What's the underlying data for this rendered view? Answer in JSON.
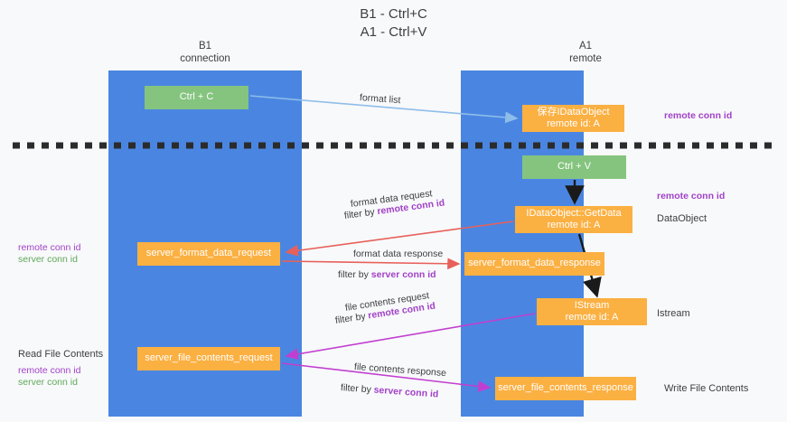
{
  "title": {
    "line1": "B1 - Ctrl+C",
    "line2": "A1 - Ctrl+V"
  },
  "lanes": [
    {
      "id": "b1",
      "name": "B1",
      "role": "connection",
      "color": "#4a86e1"
    },
    {
      "id": "a1",
      "name": "A1",
      "role": "remote",
      "color": "#4a86e1"
    }
  ],
  "colors": {
    "lane": "#4a86e1",
    "green_box": "#85c47f",
    "orange_box": "#fbb042",
    "remote_conn_id": "#a142c8",
    "server_conn_id": "#5fa85a",
    "format_list_arrow": "#8fbdea",
    "format_data_arrow": "#e8605a",
    "file_contents_arrow": "#c13fd0",
    "black_arrow": "#1a1a1a",
    "text": "#3c4043",
    "background": "#f8f9fa"
  },
  "nodes": {
    "ctrl_c": {
      "label": "Ctrl + C",
      "style": "green"
    },
    "save_idataobject": {
      "line1": "保存IDataObject",
      "line2": "remote id: A",
      "style": "orange"
    },
    "ctrl_v": {
      "label": "Ctrl + V",
      "style": "green"
    },
    "getdata": {
      "line1": "IDataObject::GetData",
      "line2": "remote id: A",
      "style": "orange"
    },
    "server_format_data_request": {
      "label": "server_format_data_request",
      "style": "orange"
    },
    "server_format_data_response": {
      "label": "server_format_data_response",
      "style": "orange"
    },
    "istream": {
      "line1": "IStream",
      "line2": "remote id: A",
      "style": "orange"
    },
    "server_file_contents_request": {
      "label": "server_file_contents_request",
      "style": "orange"
    },
    "server_file_contents_response": {
      "label": "server_file_contents_response",
      "style": "orange"
    }
  },
  "edge_labels": {
    "format_list": "format list",
    "format_data_request": "format data request",
    "format_data_request_filter_prefix": "filter by ",
    "format_data_request_filter_key": "remote conn id",
    "format_data_response": "format data response",
    "format_data_response_filter_prefix": "filter by ",
    "format_data_response_filter_key": "server conn id",
    "file_contents_request": "file contents request",
    "file_contents_request_filter_prefix": "filter by ",
    "file_contents_request_filter_key": "remote conn id",
    "file_contents_response": "file contents response",
    "file_contents_response_filter_prefix": "filter by ",
    "file_contents_response_filter_key": "server conn id"
  },
  "annotations": {
    "right_remote_conn_id_top": "remote conn id",
    "right_remote_conn_id_mid": "remote conn id",
    "right_dataobject": "DataObject",
    "right_istream": "Istream",
    "right_write_file_contents": "Write File Contents",
    "left_remote_conn_id_1": "remote conn id",
    "left_server_conn_id_1": "server conn id",
    "left_read_file_contents": "Read File Contents",
    "left_remote_conn_id_2": "remote conn id",
    "left_server_conn_id_2": "server conn id"
  }
}
